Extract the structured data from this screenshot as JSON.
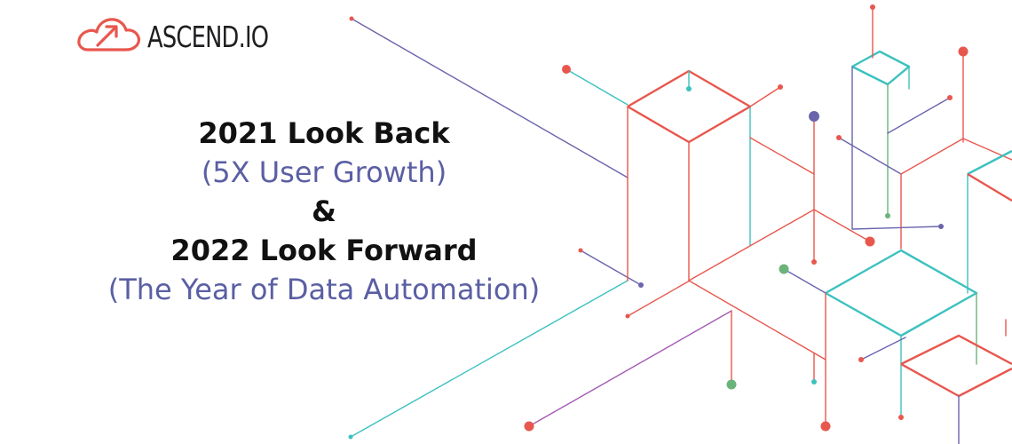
{
  "brand": {
    "name": "ASCEND.IO",
    "icon": "cloud-upload-icon",
    "icon_color": "#e8574d"
  },
  "headline": {
    "line1": "2021 Look Back",
    "line2": "(5X User Growth)",
    "line3": "&",
    "line4": "2022 Look Forward",
    "line5": "(The Year of Data Automation)"
  },
  "colors": {
    "accent": "#5a5fa3",
    "dark_text": "#111111",
    "line_red": "#e8574d",
    "line_teal": "#3cc1bf",
    "line_purple": "#6a64ad",
    "line_green": "#6bb37a",
    "line_magenta": "#a45bb3"
  }
}
